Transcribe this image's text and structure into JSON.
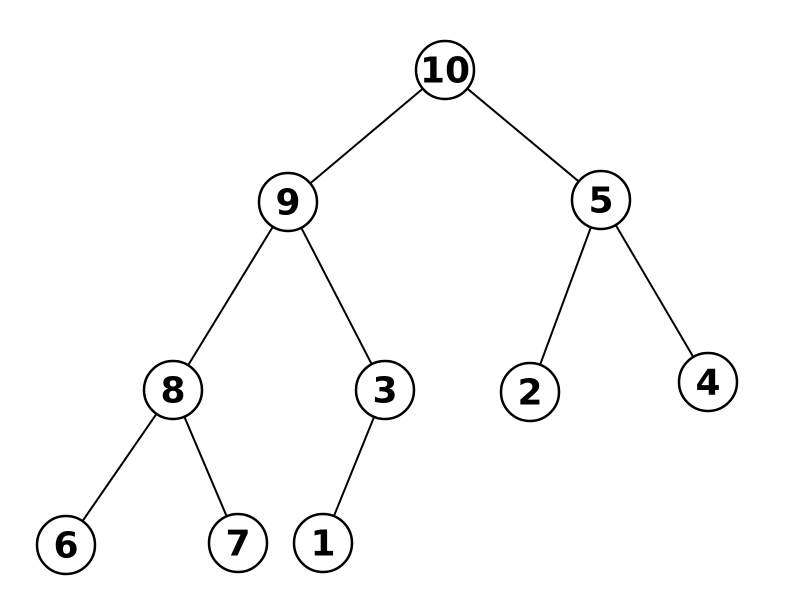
{
  "tree": {
    "nodes": [
      {
        "id": "n10",
        "label": "10"
      },
      {
        "id": "n9",
        "label": "9"
      },
      {
        "id": "n5",
        "label": "5"
      },
      {
        "id": "n8",
        "label": "8"
      },
      {
        "id": "n3",
        "label": "3"
      },
      {
        "id": "n2",
        "label": "2"
      },
      {
        "id": "n4",
        "label": "4"
      },
      {
        "id": "n6",
        "label": "6"
      },
      {
        "id": "n7",
        "label": "7"
      },
      {
        "id": "n1",
        "label": "1"
      }
    ],
    "edges": [
      {
        "from": "n10",
        "to": "n9"
      },
      {
        "from": "n10",
        "to": "n5"
      },
      {
        "from": "n9",
        "to": "n8"
      },
      {
        "from": "n9",
        "to": "n3"
      },
      {
        "from": "n5",
        "to": "n2"
      },
      {
        "from": "n5",
        "to": "n4"
      },
      {
        "from": "n8",
        "to": "n6"
      },
      {
        "from": "n8",
        "to": "n7"
      },
      {
        "from": "n3",
        "to": "n1"
      }
    ]
  }
}
